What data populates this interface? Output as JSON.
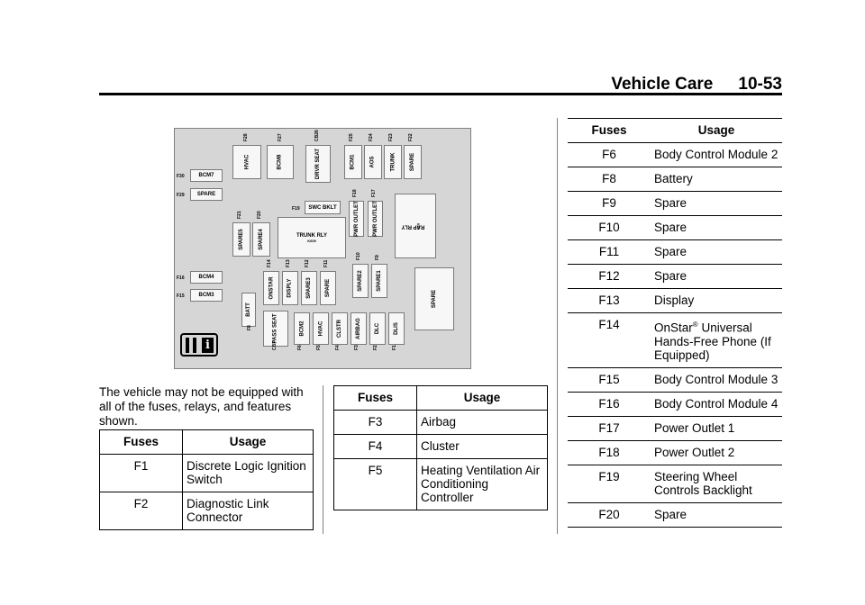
{
  "header": {
    "section": "Vehicle Care",
    "page": "10-53"
  },
  "note": "The vehicle may not be equipped with all of the fuses, relays, and features shown.",
  "diagram": {
    "boxes": [
      {
        "id": "bcm7",
        "label": "BCM7",
        "fuse": "F30"
      },
      {
        "id": "spare-f29",
        "label": "SPARE",
        "fuse": "F29"
      },
      {
        "id": "hvac-f28",
        "label": "HVAC",
        "fuse": "F28"
      },
      {
        "id": "bcm8",
        "label": "BCM8",
        "fuse": "F27"
      },
      {
        "id": "drvr-seat",
        "label": "DRVR SEAT",
        "fuse": "CB26"
      },
      {
        "id": "bcm1",
        "label": "BCM1",
        "fuse": "F25"
      },
      {
        "id": "aos",
        "label": "AOS",
        "fuse": "F24"
      },
      {
        "id": "trunk",
        "label": "TRUNK",
        "fuse": "F23"
      },
      {
        "id": "spare-f22",
        "label": "SPARE",
        "fuse": "F22"
      },
      {
        "id": "spare5",
        "label": "SPARE5",
        "fuse": "F21"
      },
      {
        "id": "spare4",
        "label": "SPARE4",
        "fuse": "F20"
      },
      {
        "id": "swc-bklt",
        "label": "SWC BKLT",
        "fuse": "F19"
      },
      {
        "id": "trunk-rly",
        "label": "TRUNK RLY",
        "sub": "K609"
      },
      {
        "id": "pwr-outlet-f18",
        "label": "PWR OUTLET",
        "fuse": "F18"
      },
      {
        "id": "pwr-outlet-f17",
        "label": "PWR OUTLET",
        "fuse": "F17"
      },
      {
        "id": "rap-rly",
        "label": "RAP RLY",
        "sub": "K10"
      },
      {
        "id": "bcm4",
        "label": "BCM4",
        "fuse": "F16"
      },
      {
        "id": "bcm3",
        "label": "BCM3",
        "fuse": "F15"
      },
      {
        "id": "onstar",
        "label": "ONSTAR",
        "fuse": "F14"
      },
      {
        "id": "disply",
        "label": "DISPLY",
        "fuse": "F13"
      },
      {
        "id": "spare3",
        "label": "SPARE3",
        "fuse": "F12"
      },
      {
        "id": "spare-f11",
        "label": "SPARE",
        "fuse": "F11"
      },
      {
        "id": "spare2",
        "label": "SPARE2",
        "fuse": "F10"
      },
      {
        "id": "spare1",
        "label": "SPARE1",
        "fuse": "F9"
      },
      {
        "id": "spare-big",
        "label": "SPARE"
      },
      {
        "id": "batt",
        "label": "BATT",
        "fuse": "F8"
      },
      {
        "id": "pass-seat",
        "label": "PASS SEAT",
        "fuse": "CB7"
      },
      {
        "id": "bcm2",
        "label": "BCM2",
        "fuse": "F6"
      },
      {
        "id": "hvac-f5",
        "label": "HVAC",
        "fuse": "F5"
      },
      {
        "id": "clstr",
        "label": "CLSTR",
        "fuse": "F4"
      },
      {
        "id": "airbag",
        "label": "AIRBAG",
        "fuse": "F3"
      },
      {
        "id": "dlc",
        "label": "DLC",
        "fuse": "F2"
      },
      {
        "id": "dlis",
        "label": "DLIS",
        "fuse": "F1"
      }
    ]
  },
  "tables": {
    "headers": {
      "fuses": "Fuses",
      "usage": "Usage"
    },
    "t1": [
      {
        "fuse": "F1",
        "usage": "Discrete Logic Ignition Switch"
      },
      {
        "fuse": "F2",
        "usage": "Diagnostic Link Connector"
      }
    ],
    "t2": [
      {
        "fuse": "F3",
        "usage": "Airbag"
      },
      {
        "fuse": "F4",
        "usage": "Cluster"
      },
      {
        "fuse": "F5",
        "usage": "Heating Ventilation Air Conditioning Controller"
      }
    ],
    "t3": [
      {
        "fuse": "F6",
        "usage": "Body Control Module 2"
      },
      {
        "fuse": "F8",
        "usage": "Battery"
      },
      {
        "fuse": "F9",
        "usage": "Spare"
      },
      {
        "fuse": "F10",
        "usage": "Spare"
      },
      {
        "fuse": "F11",
        "usage": "Spare"
      },
      {
        "fuse": "F12",
        "usage": "Spare"
      },
      {
        "fuse": "F13",
        "usage": "Display"
      },
      {
        "fuse": "F14",
        "usage": "OnStar",
        "sup": "®",
        "usage_rest": " Universal Hands-Free Phone (If Equipped)"
      },
      {
        "fuse": "F15",
        "usage": "Body Control Module 3"
      },
      {
        "fuse": "F16",
        "usage": "Body Control Module 4"
      },
      {
        "fuse": "F17",
        "usage": "Power Outlet 1"
      },
      {
        "fuse": "F18",
        "usage": "Power Outlet 2"
      },
      {
        "fuse": "F19",
        "usage": "Steering Wheel Controls Backlight"
      },
      {
        "fuse": "F20",
        "usage": "Spare"
      }
    ]
  }
}
